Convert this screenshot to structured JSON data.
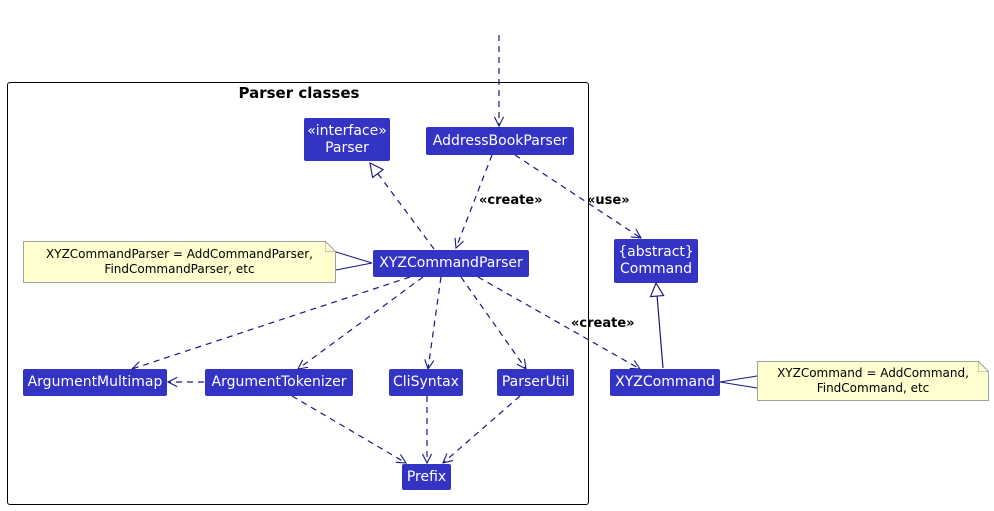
{
  "package": {
    "title": "Parser classes"
  },
  "classes": {
    "address_book_parser": {
      "name": "AddressBookParser"
    },
    "parser": {
      "stereotype": "«interface»",
      "name": "Parser"
    },
    "xyz_command_parser": {
      "name": "XYZCommandParser"
    },
    "argument_multimap": {
      "name": "ArgumentMultimap"
    },
    "argument_tokenizer": {
      "name": "ArgumentTokenizer"
    },
    "cli_syntax": {
      "name": "CliSyntax"
    },
    "parser_util": {
      "name": "ParserUtil"
    },
    "prefix": {
      "name": "Prefix"
    },
    "command": {
      "stereotype": "{abstract}",
      "name": "Command"
    },
    "xyz_command": {
      "name": "XYZCommand"
    }
  },
  "notes": {
    "parser_note": {
      "line1": "XYZCommandParser = AddCommandParser,",
      "line2": "FindCommandParser, etc"
    },
    "command_note": {
      "line1": "XYZCommand = AddCommand,",
      "line2": "FindCommand, etc"
    }
  },
  "relations": {
    "create_label": "«create»",
    "use_label": "«use»",
    "create_label_2": "«create»"
  },
  "colors": {
    "class_fill": "#3333c4",
    "class_text": "#ffffff",
    "arrow": "#181880",
    "note_fill": "#fefece"
  }
}
